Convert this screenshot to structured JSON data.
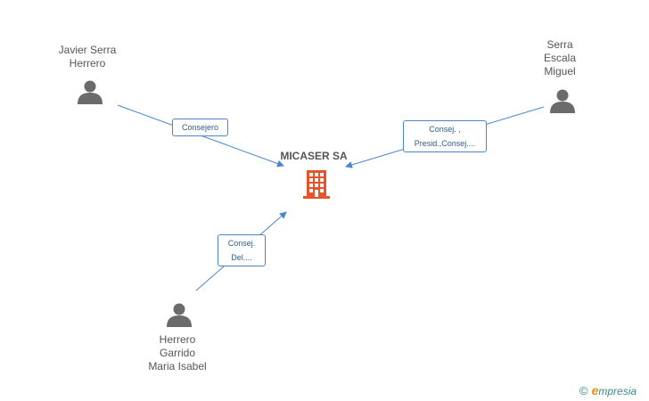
{
  "company": {
    "name": "MICASER SA",
    "icon": "building-icon",
    "color": "#e8542a"
  },
  "persons": [
    {
      "id": "javier",
      "lines": [
        "Javier Serra",
        "Herrero"
      ],
      "icon": "person-icon"
    },
    {
      "id": "serra",
      "lines": [
        "Serra",
        "Escala",
        "Miguel"
      ],
      "icon": "person-icon"
    },
    {
      "id": "herrero",
      "lines": [
        "Herrero",
        "Garrido",
        "Maria Isabel"
      ],
      "icon": "person-icon"
    }
  ],
  "edges": [
    {
      "from": "javier",
      "lines": [
        "Consejero"
      ]
    },
    {
      "from": "serra",
      "lines": [
        "Consej. ,",
        "Presid.,Consej...."
      ]
    },
    {
      "from": "herrero",
      "lines": [
        "Consej.",
        "Del...."
      ]
    }
  ],
  "colors": {
    "edge": "#4a86c8",
    "person": "#6b6b6b"
  },
  "watermark": {
    "symbol": "©",
    "brand_initial": "e",
    "brand_rest": "mpresia"
  }
}
